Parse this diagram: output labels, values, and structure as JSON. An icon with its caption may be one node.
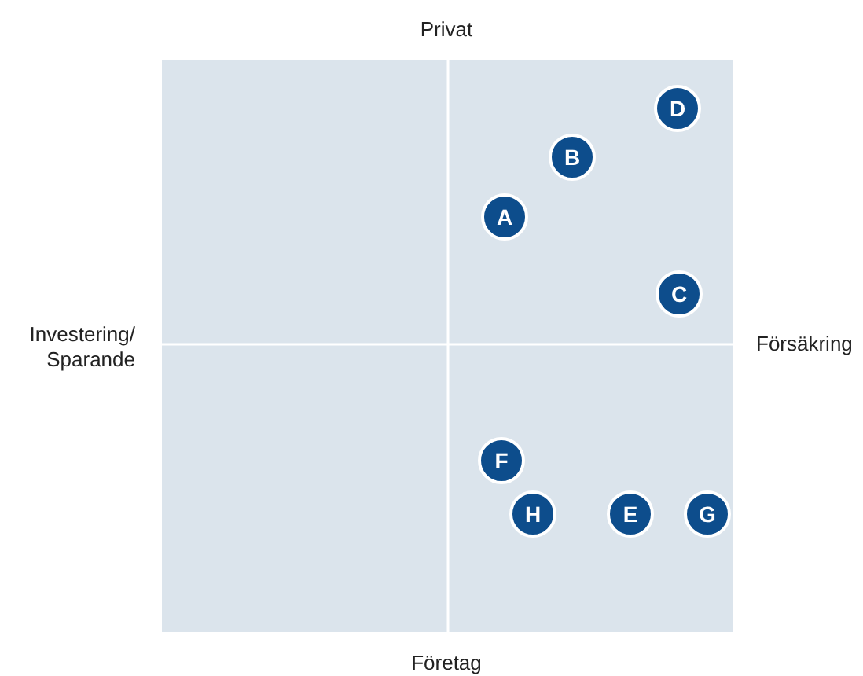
{
  "diagram": {
    "nodes": [
      {
        "text": [
          "D"
        ]
      },
      {
        "text": [
          "B"
        ]
      },
      {
        "text": [
          "A"
        ]
      },
      {
        "text": [
          "C"
        ]
      },
      {
        "text": [
          "F"
        ]
      },
      {
        "text": [
          "H"
        ]
      },
      {
        "text": [
          "E"
        ]
      },
      {
        "text": [
          "G"
        ]
      }
    ],
    "labels": [
      "Privat",
      "Investering/ Sparande",
      "Försäkring",
      "Företag"
    ]
  }
}
